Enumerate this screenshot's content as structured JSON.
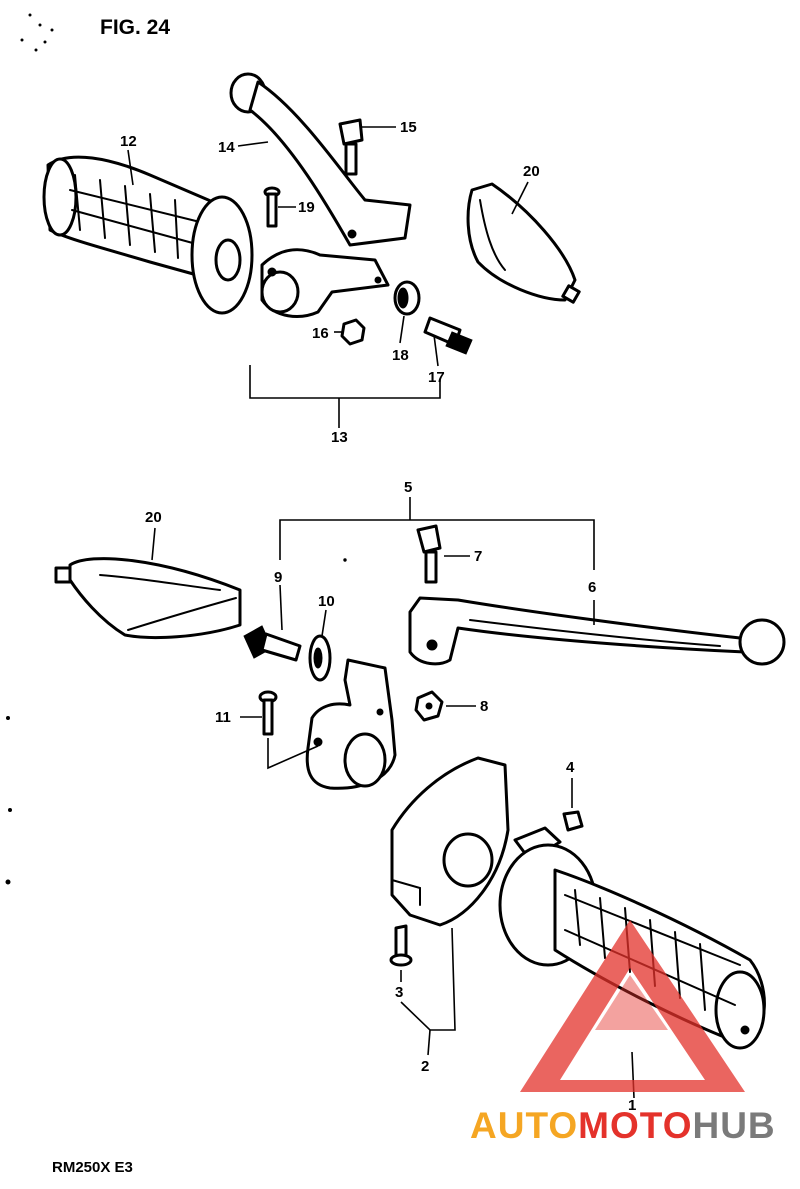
{
  "figure_title": "FIG. 24",
  "model_code": "RM250X  E3",
  "watermark": {
    "part1": "AUTO",
    "part2": "MOTO",
    "part3": "HUB",
    "color_orange": "#f5a623",
    "color_red": "#e4322b",
    "color_gray": "#7a7a7a"
  },
  "callouts": {
    "c1": "1",
    "c2": "2",
    "c3": "3",
    "c4": "4",
    "c5": "5",
    "c6": "6",
    "c7": "7",
    "c8": "8",
    "c9": "9",
    "c10": "10",
    "c11": "11",
    "c12": "12",
    "c13": "13",
    "c14": "14",
    "c15": "15",
    "c16": "16",
    "c17": "17",
    "c18": "18",
    "c19": "19",
    "c20a": "20",
    "c20b": "20"
  }
}
